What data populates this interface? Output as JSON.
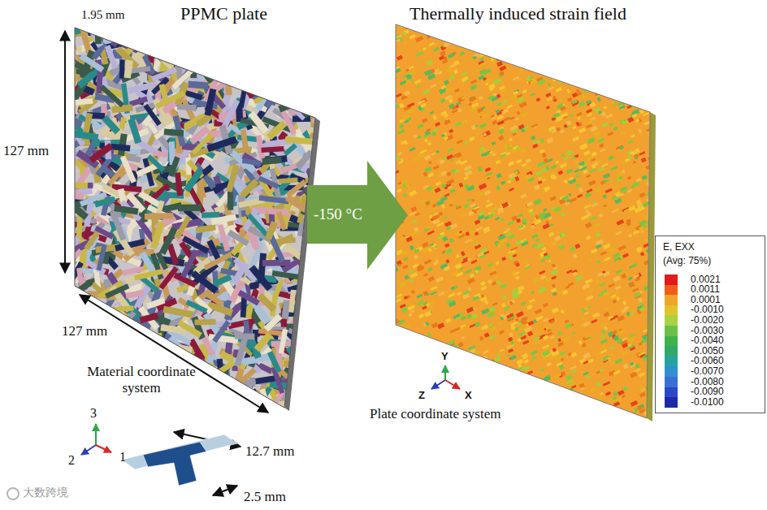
{
  "diagram": {
    "nodes": [
      {
        "text": [
          "PPMC plate"
        ]
      },
      {
        "text": [
          "-150 °C"
        ]
      },
      {
        "text": [
          "Thermally induced strain field"
        ]
      }
    ],
    "labels": [
      "1.95 mm",
      "127 mm",
      "127 mm",
      "Material coordinate system",
      "3",
      "2",
      "1",
      "12.7 mm",
      "2.5 mm",
      "Y",
      "Z",
      "X",
      "Plate coordinate system",
      "E, EXX",
      "(Avg: 75%)",
      "大数跨境"
    ],
    "legend": [
      {
        "text": "0.0021",
        "color": "#e31a1c"
      },
      {
        "text": "0.0011",
        "color": "#f25c19"
      },
      {
        "text": "0.0001",
        "color": "#f0a42a"
      },
      {
        "text": "-0.0010",
        "color": "#e0c42c"
      },
      {
        "text": "-0.0020",
        "color": "#a8d241"
      },
      {
        "text": "-0.0030",
        "color": "#6cc04a"
      },
      {
        "text": "-0.0040",
        "color": "#3fb34a"
      },
      {
        "text": "-0.0050",
        "color": "#2fa86a"
      },
      {
        "text": "-0.0060",
        "color": "#24a3a0"
      },
      {
        "text": "-0.0070",
        "color": "#2f8fd0"
      },
      {
        "text": "-0.0080",
        "color": "#3a6fd8"
      },
      {
        "text": "-0.0090",
        "color": "#2b48c8"
      },
      {
        "text": "-0.0100",
        "color": "#1c2aa8"
      }
    ]
  }
}
